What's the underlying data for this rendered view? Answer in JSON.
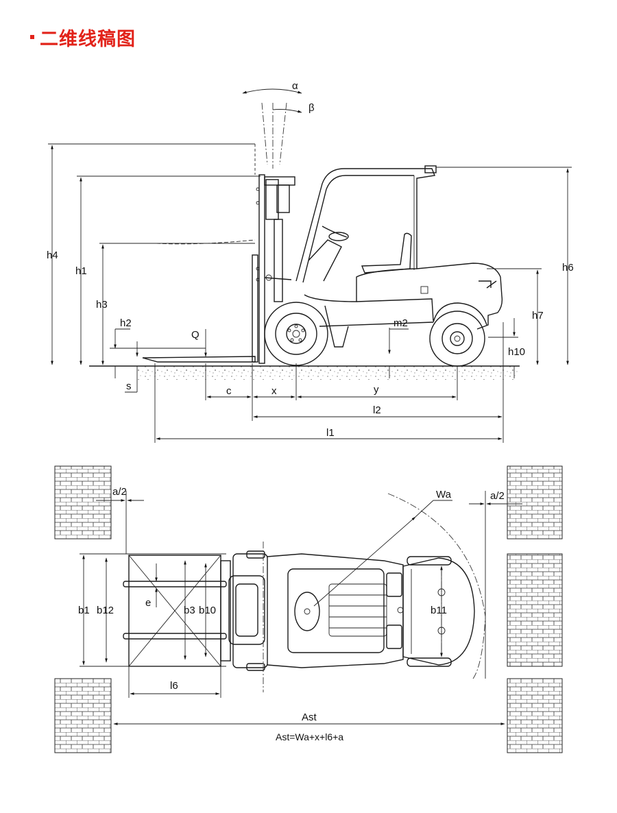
{
  "header": {
    "title": "二维线稿图"
  },
  "colors": {
    "accent": "#e2231a",
    "line": "#1a1a1a"
  },
  "side_view": {
    "labels": {
      "h4": "h4",
      "h1": "h1",
      "h3": "h3",
      "h2": "h2",
      "s": "s",
      "Q": "Q",
      "m2": "m2",
      "h6": "h6",
      "h7": "h7",
      "h10": "h10",
      "c": "c",
      "x": "x",
      "y": "y",
      "l2": "l2",
      "l1": "l1",
      "alpha": "α",
      "beta": "β"
    }
  },
  "top_view": {
    "labels": {
      "a2_left": "a/2",
      "a2_right": "a/2",
      "Wa": "Wa",
      "b1": "b1",
      "b12": "b12",
      "e": "e",
      "b3": "b3",
      "b10": "b10",
      "b11": "b11",
      "l6": "l6",
      "Ast": "Ast",
      "formula": "Ast=Wa+x+l6+a"
    }
  }
}
